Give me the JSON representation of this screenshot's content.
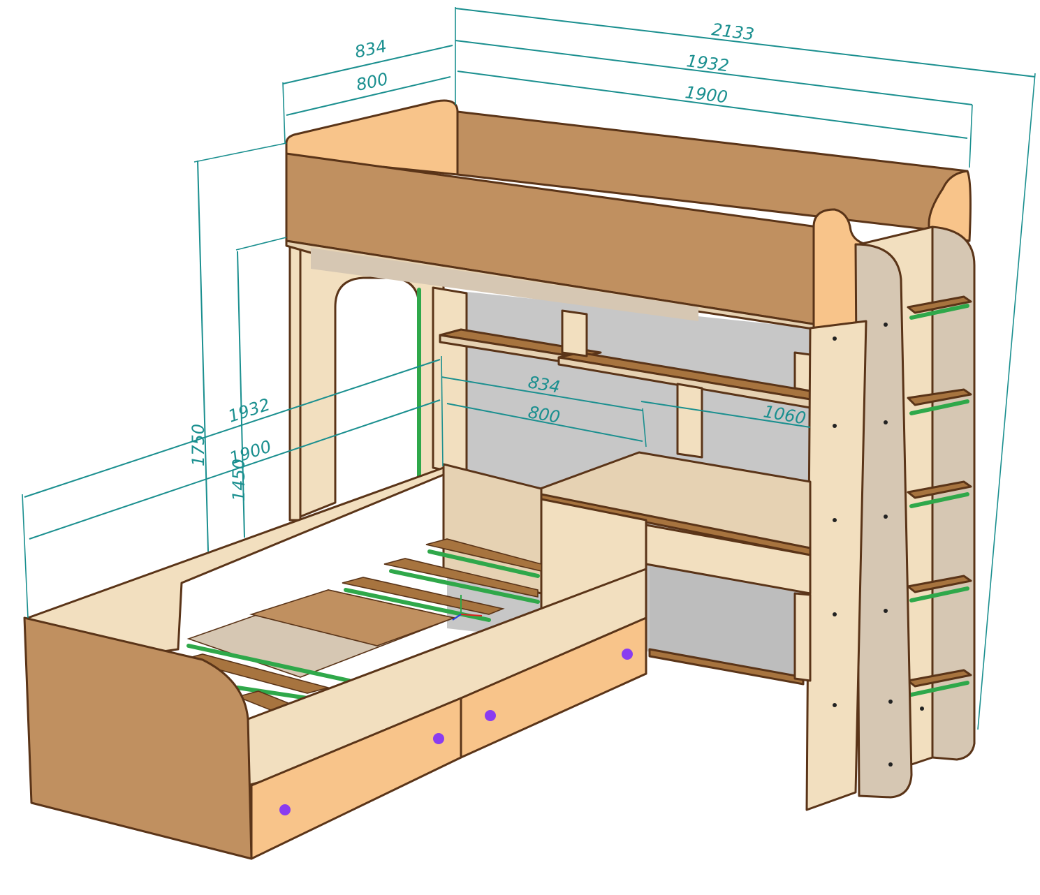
{
  "dimensions": {
    "top_overall": "2133",
    "top_length_outer": "1932",
    "top_length_inner": "1900",
    "top_width_outer": "834",
    "top_width_inner": "800",
    "height_total": "1750",
    "height_upper_bed": "1450",
    "lower_length_outer": "1932",
    "lower_length_inner": "1900",
    "desk_depth_outer": "834",
    "desk_depth_inner": "800",
    "desk_length": "1060"
  },
  "colors": {
    "orange_panel": "#c09060",
    "orange_light": "#f8c48a",
    "wood_light": "#f2dfbf",
    "wood_mid": "#e6d2b3",
    "gray_back": "#c7c7c7",
    "shelf_brown": "#a7743f",
    "slat_green": "#2fa84a",
    "dimension": "#1a8f8f",
    "knob": "#8a3cf0"
  }
}
